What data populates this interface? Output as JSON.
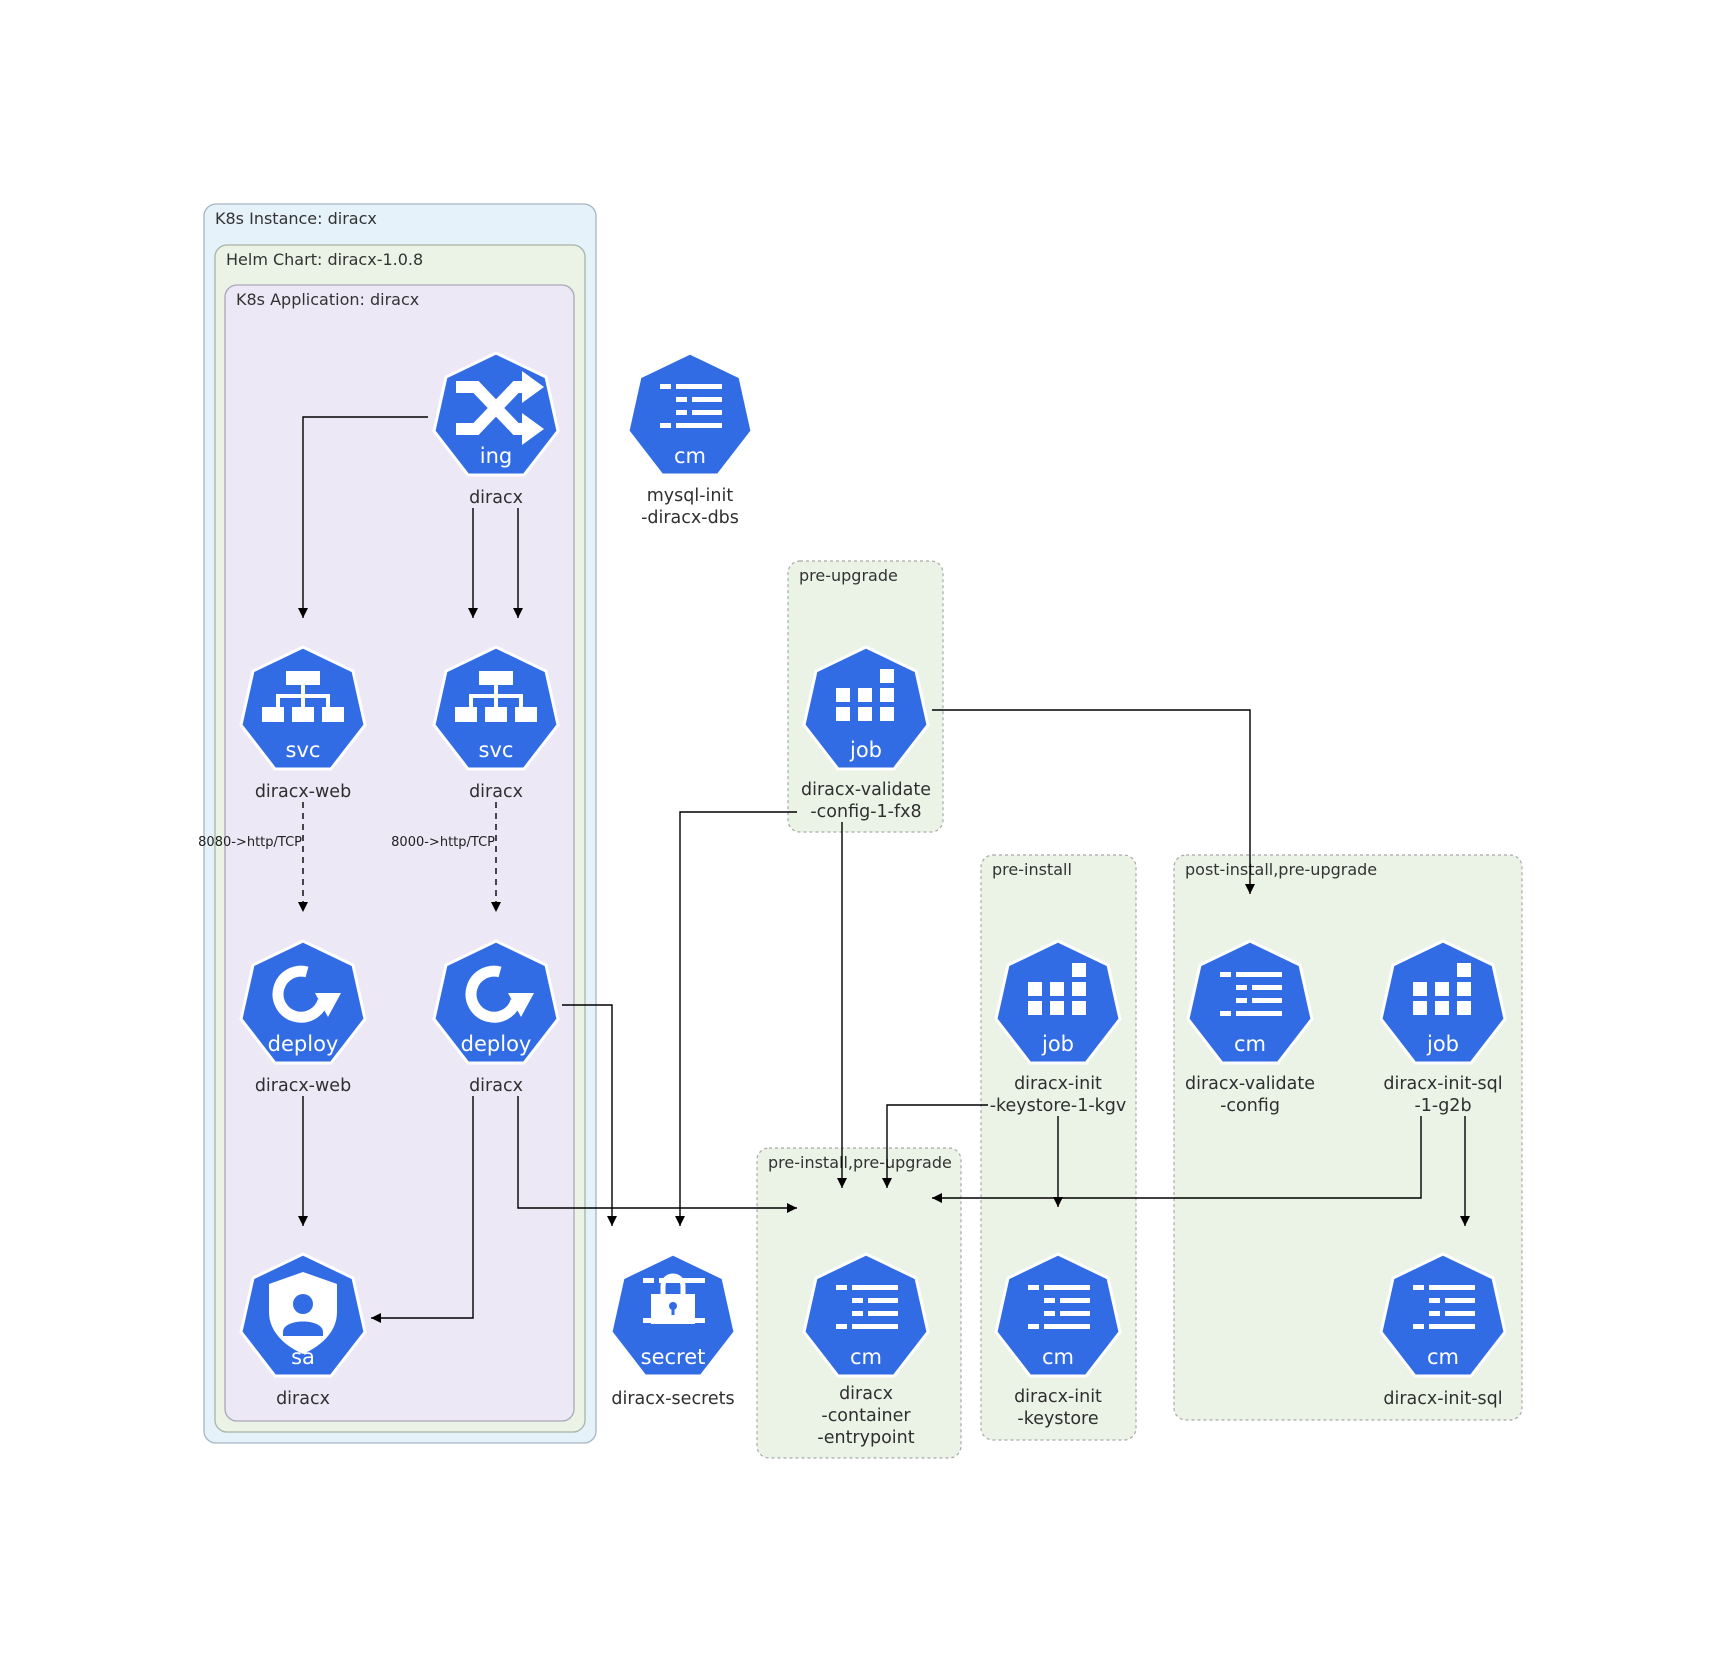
{
  "clusters": {
    "k8s_instance": "K8s Instance: diracx",
    "helm_chart": "Helm Chart: diracx-1.0.8",
    "k8s_application": "K8s Application: diracx",
    "pre_upgrade": "pre-upgrade",
    "pre_install": "pre-install",
    "post_install_pre_upgrade": "post-install,pre-upgrade",
    "pre_install_pre_upgrade": "pre-install,pre-upgrade"
  },
  "nodes": {
    "ing": {
      "kind": "ing",
      "name": [
        "diracx"
      ],
      "icon": "ingress-shuffle-icon"
    },
    "cm_mysql": {
      "kind": "cm",
      "name": [
        "mysql-init",
        "-diracx-dbs"
      ],
      "icon": "configmap-list-icon"
    },
    "svc_web": {
      "kind": "svc",
      "name": [
        "diracx-web"
      ],
      "icon": "service-tree-icon"
    },
    "svc_diracx": {
      "kind": "svc",
      "name": [
        "diracx"
      ],
      "icon": "service-tree-icon"
    },
    "job_validate": {
      "kind": "job",
      "name": [
        "diracx-validate",
        "-config-1-fx8"
      ],
      "icon": "job-blocks-icon"
    },
    "deploy_web": {
      "kind": "deploy",
      "name": [
        "diracx-web"
      ],
      "icon": "deployment-cycle-icon"
    },
    "deploy_diracx": {
      "kind": "deploy",
      "name": [
        "diracx"
      ],
      "icon": "deployment-cycle-icon"
    },
    "job_keystore": {
      "kind": "job",
      "name": [
        "diracx-init",
        "-keystore-1-kgv"
      ],
      "icon": "job-blocks-icon"
    },
    "cm_validate": {
      "kind": "cm",
      "name": [
        "diracx-validate",
        "-config"
      ],
      "icon": "configmap-list-icon"
    },
    "job_initsql": {
      "kind": "job",
      "name": [
        "diracx-init-sql",
        "-1-g2b"
      ],
      "icon": "job-blocks-icon"
    },
    "sa": {
      "kind": "sa",
      "name": [
        "diracx"
      ],
      "icon": "serviceaccount-shield-icon"
    },
    "secret": {
      "kind": "secret",
      "name": [
        "diracx-secrets"
      ],
      "icon": "secret-lock-icon"
    },
    "cm_entrypoint": {
      "kind": "cm",
      "name": [
        "diracx",
        "-container",
        "-entrypoint"
      ],
      "icon": "configmap-list-icon"
    },
    "cm_keystore": {
      "kind": "cm",
      "name": [
        "diracx-init",
        "-keystore"
      ],
      "icon": "configmap-list-icon"
    },
    "cm_initsql": {
      "kind": "cm",
      "name": [
        "diracx-init-sql"
      ],
      "icon": "configmap-list-icon"
    }
  },
  "edges": [
    {
      "from": "ing",
      "to": "svc_web"
    },
    {
      "from": "ing",
      "to": "svc_diracx"
    },
    {
      "from": "ing",
      "to": "svc_diracx"
    },
    {
      "from": "svc_web",
      "to": "deploy_web",
      "label": "8080->http/TCP",
      "style": "dashed"
    },
    {
      "from": "svc_diracx",
      "to": "deploy_diracx",
      "label": "8000->http/TCP",
      "style": "dashed"
    },
    {
      "from": "deploy_web",
      "to": "sa"
    },
    {
      "from": "deploy_diracx",
      "to": "sa"
    },
    {
      "from": "deploy_diracx",
      "to": "cm_entrypoint"
    },
    {
      "from": "deploy_diracx",
      "to": "secret"
    },
    {
      "from": "job_validate",
      "to": "secret"
    },
    {
      "from": "job_validate",
      "to": "cm_entrypoint"
    },
    {
      "from": "job_validate",
      "to": "cm_validate"
    },
    {
      "from": "job_keystore",
      "to": "cm_entrypoint"
    },
    {
      "from": "job_keystore",
      "to": "cm_keystore"
    },
    {
      "from": "job_initsql",
      "to": "cm_entrypoint"
    },
    {
      "from": "job_initsql",
      "to": "cm_initsql"
    }
  ],
  "colors": {
    "node_fill": "#326ce5",
    "k8s_instance_fill": "#e5f2fa",
    "helm_chart_fill": "#ebf3e7",
    "application_fill": "#ece8f6",
    "hook_cluster_fill": "#ebf3e7"
  }
}
